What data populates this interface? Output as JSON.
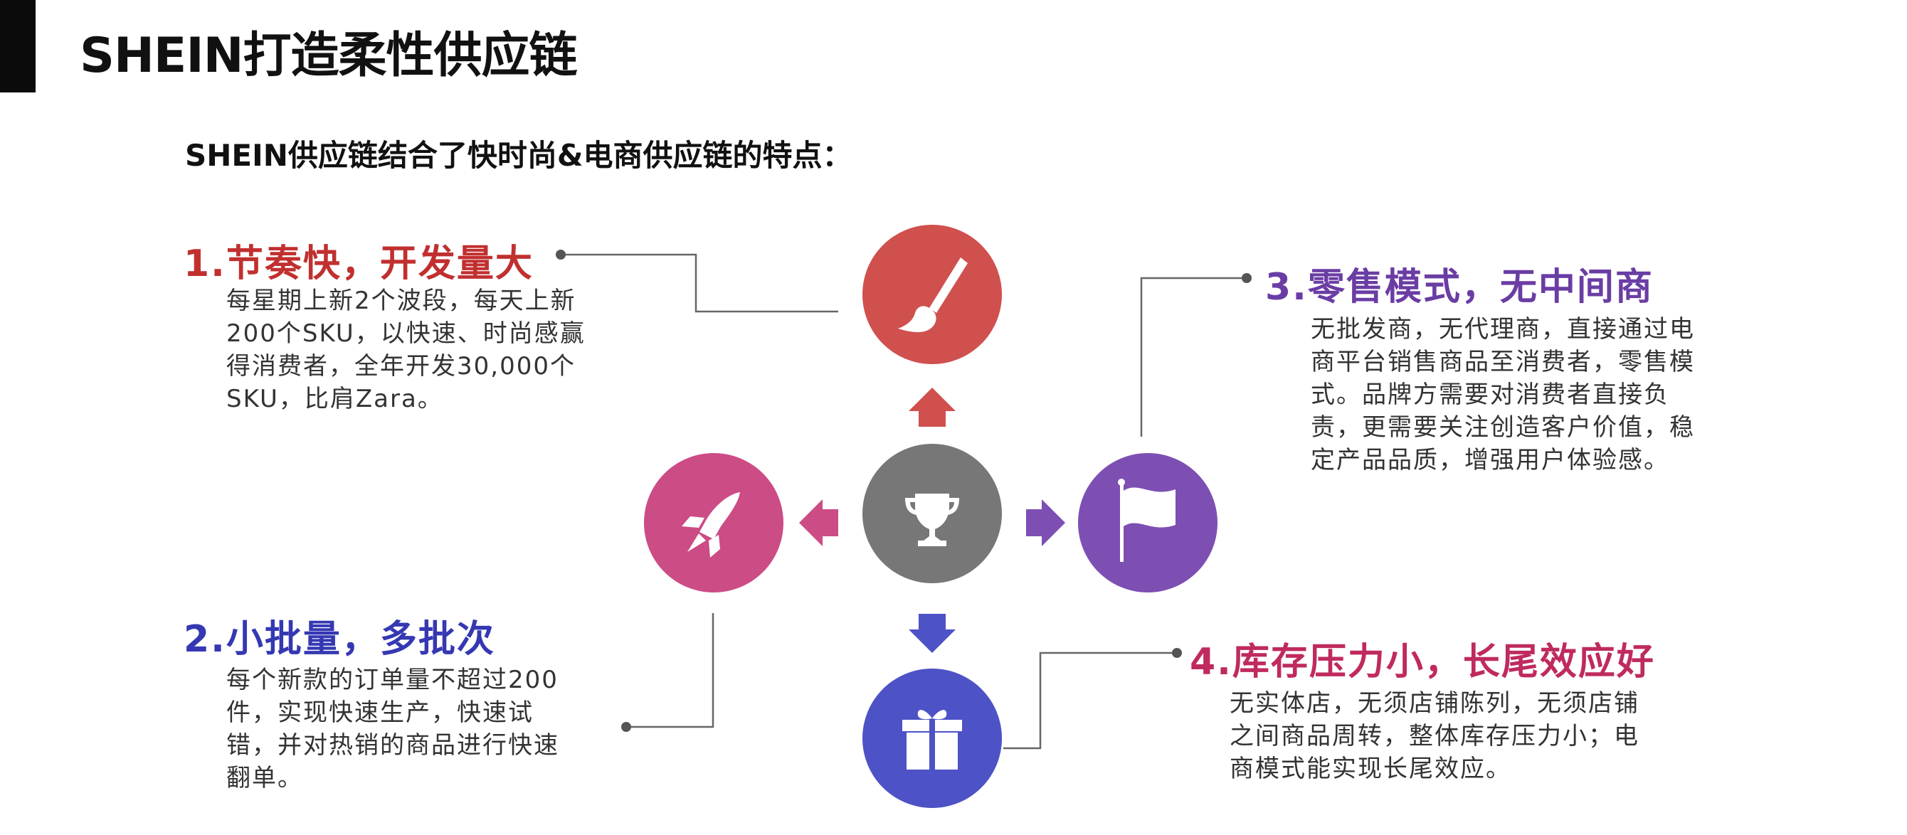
{
  "page": {
    "title": "SHEIN打造柔性供应链",
    "subtitle": "SHEIN供应链结合了快时尚&电商供应链的特点："
  },
  "colors": {
    "red": "#d0504e",
    "pink": "#cc4c85",
    "purple": "#7d4fb3",
    "blue": "#4d52c6",
    "gray": "#777777",
    "red_text": "#c0302f",
    "blue_text": "#3538b2",
    "purple_text": "#6a3da4",
    "magenta_text": "#bf2a5f"
  },
  "items": [
    {
      "heading": "1.节奏快，开发量大",
      "body_lines": [
        "每星期上新2个波段，每天上新",
        "200个SKU，以快速、时尚感赢",
        "得消费者，全年开发30,000个",
        "SKU，比肩Zara。"
      ],
      "icon": "paintbrush-icon"
    },
    {
      "heading": "2.小批量，多批次",
      "body_lines": [
        "每个新款的订单量不超过200",
        "件，实现快速生产，快速试",
        "错，并对热销的商品进行快速",
        "翻单。"
      ],
      "icon": "rocket-icon"
    },
    {
      "heading": "3.零售模式，无中间商",
      "body_lines": [
        "无批发商，无代理商，直接通过电",
        "商平台销售商品至消费者，零售模",
        "式。品牌方需要对消费者直接负",
        "责，更需要关注创造客户价值，稳",
        "定产品品质，增强用户体验感。"
      ],
      "icon": "flag-icon"
    },
    {
      "heading": "4.库存压力小，长尾效应好",
      "body_lines": [
        "无实体店，无须店铺陈列，无须店铺",
        "之间商品周转，整体库存压力小；电",
        "商模式能实现长尾效应。"
      ],
      "icon": "gift-icon"
    }
  ],
  "center_icon": "trophy-icon"
}
